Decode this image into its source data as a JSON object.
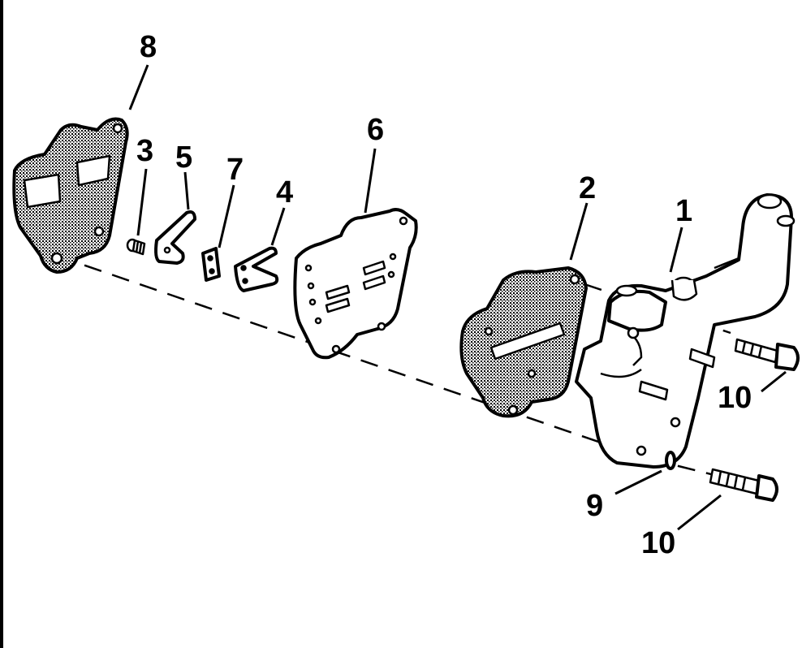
{
  "figure": {
    "callouts": [
      "8",
      "3",
      "5",
      "7",
      "4",
      "6",
      "2",
      "1",
      "10",
      "9",
      "10"
    ]
  },
  "colors": {
    "ink": "#000000",
    "paper": "#ffffff"
  }
}
